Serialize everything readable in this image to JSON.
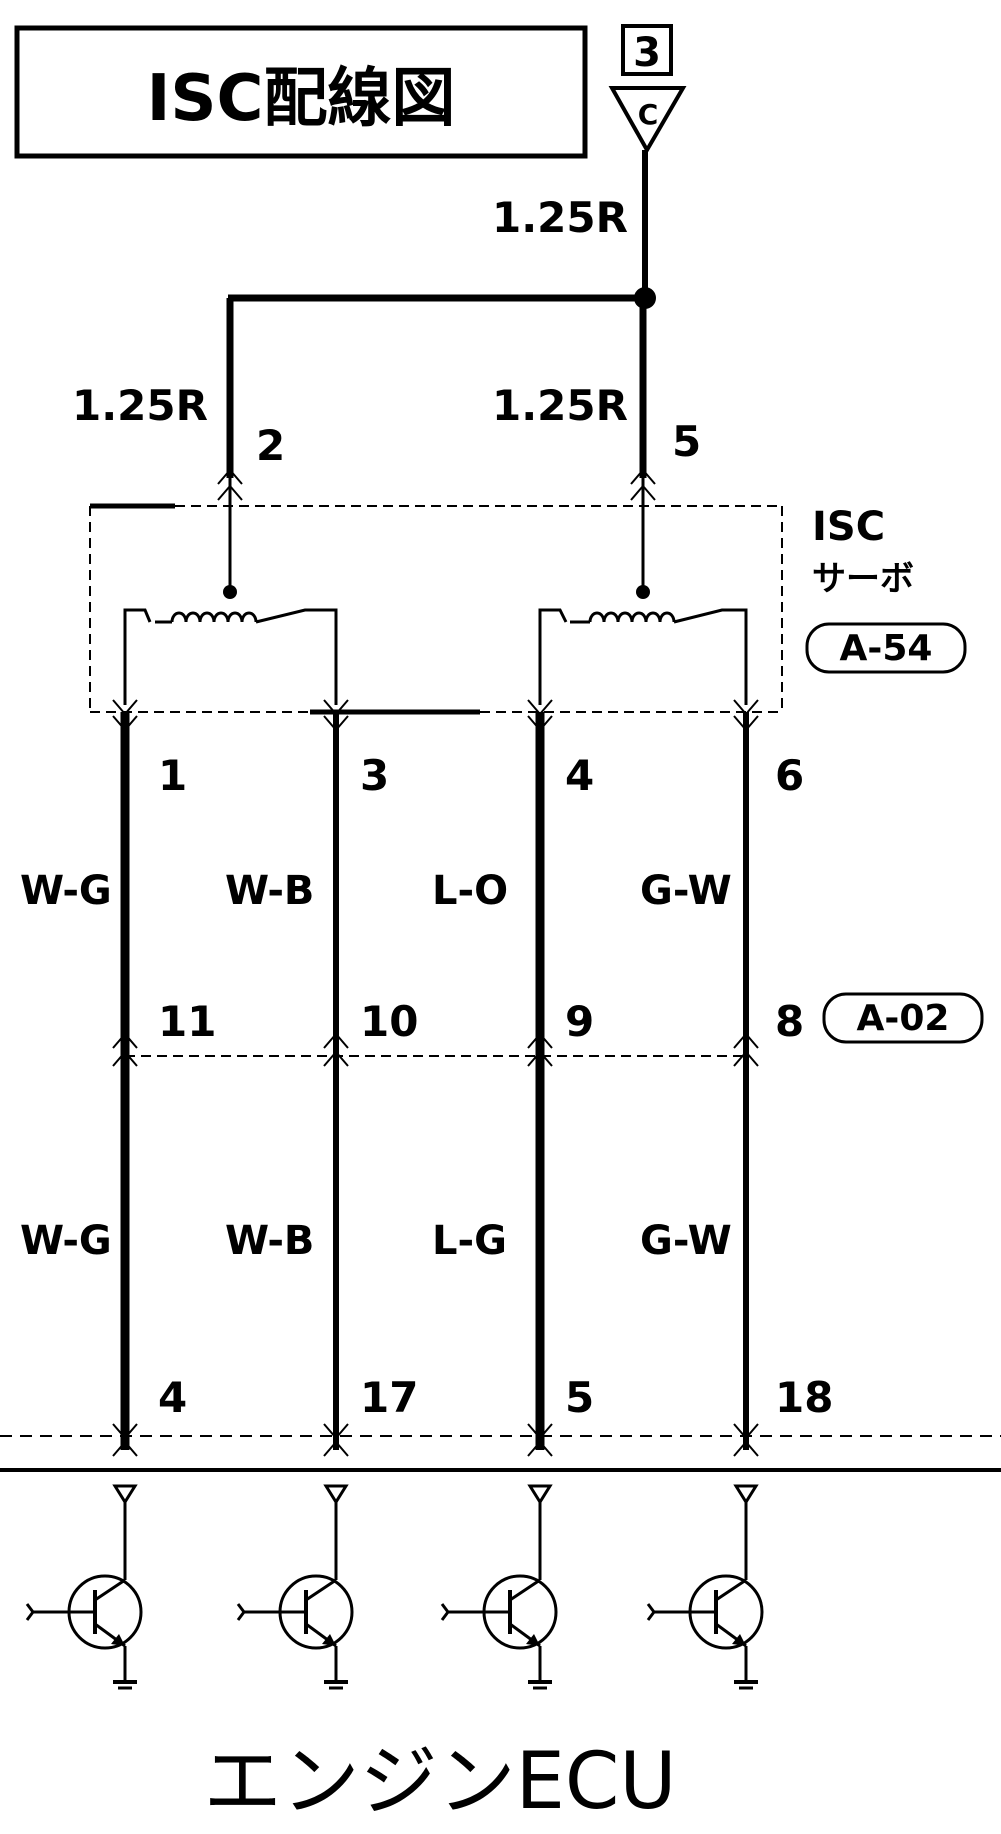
{
  "title": "ISC配線図",
  "source": {
    "box_number": "3",
    "connector_letter": "C"
  },
  "wires": {
    "feed_top": "1.25R",
    "feed_left": "1.25R",
    "feed_right": "1.25R"
  },
  "pins_servo_top": [
    "2",
    "5"
  ],
  "component": {
    "name_line1": "ISC",
    "name_line2": "サーボ",
    "connector": "A-54"
  },
  "pins_servo_bottom": [
    "1",
    "3",
    "4",
    "6"
  ],
  "wire_colors_upper": [
    "W-G",
    "W-B",
    "L-O",
    "G-W"
  ],
  "pins_junction": [
    "11",
    "10",
    "9",
    "8"
  ],
  "junction_connector": "A-02",
  "wire_colors_lower": [
    "W-G",
    "W-B",
    "L-G",
    "G-W"
  ],
  "pins_ecu": [
    "4",
    "17",
    "5",
    "18"
  ],
  "ecu_label": "エンジンECU"
}
